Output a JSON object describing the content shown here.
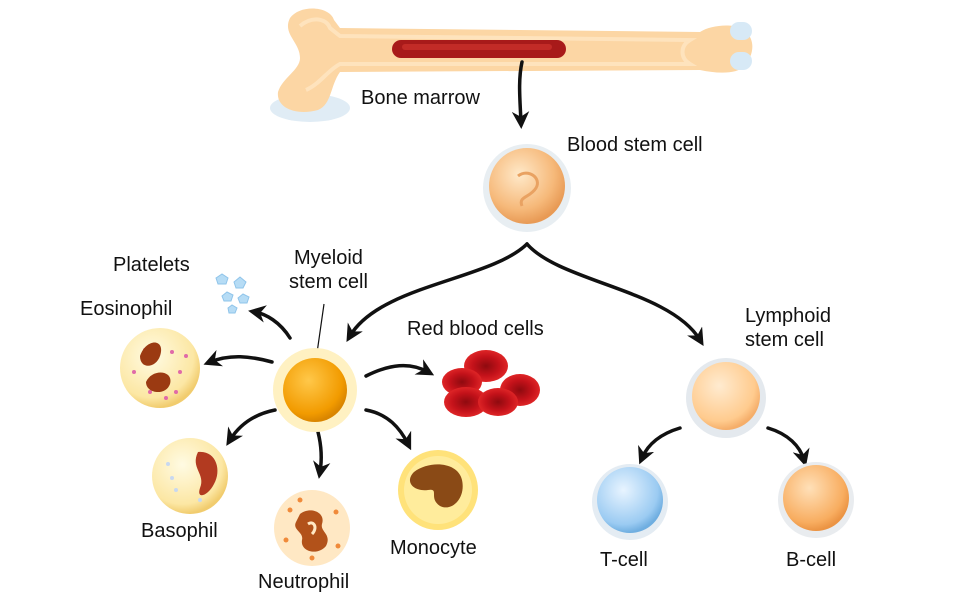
{
  "labels": {
    "bone_marrow": "Bone marrow",
    "blood_stem_cell": "Blood stem cell",
    "myeloid_stem_cell": "Myeloid\nstem cell",
    "lymphoid_stem_cell": "Lymphoid\nstem cell",
    "platelets": "Platelets",
    "eosinophil": "Eosinophil",
    "red_blood_cells": "Red blood cells",
    "basophil": "Basophil",
    "neutrophil": "Neutrophil",
    "monocyte": "Monocyte",
    "t_cell": "T-cell",
    "b_cell": "B-cell"
  },
  "colors": {
    "bone": "#FCD9A8",
    "marrow": "#A51C1C",
    "arrow": "#111111",
    "myeloid": "#F5A800",
    "lymphoid": "#FFD7A3",
    "red_cell": "#D7141C",
    "t_cell": "#A9D3F5",
    "b_cell": "#F9B46B"
  }
}
